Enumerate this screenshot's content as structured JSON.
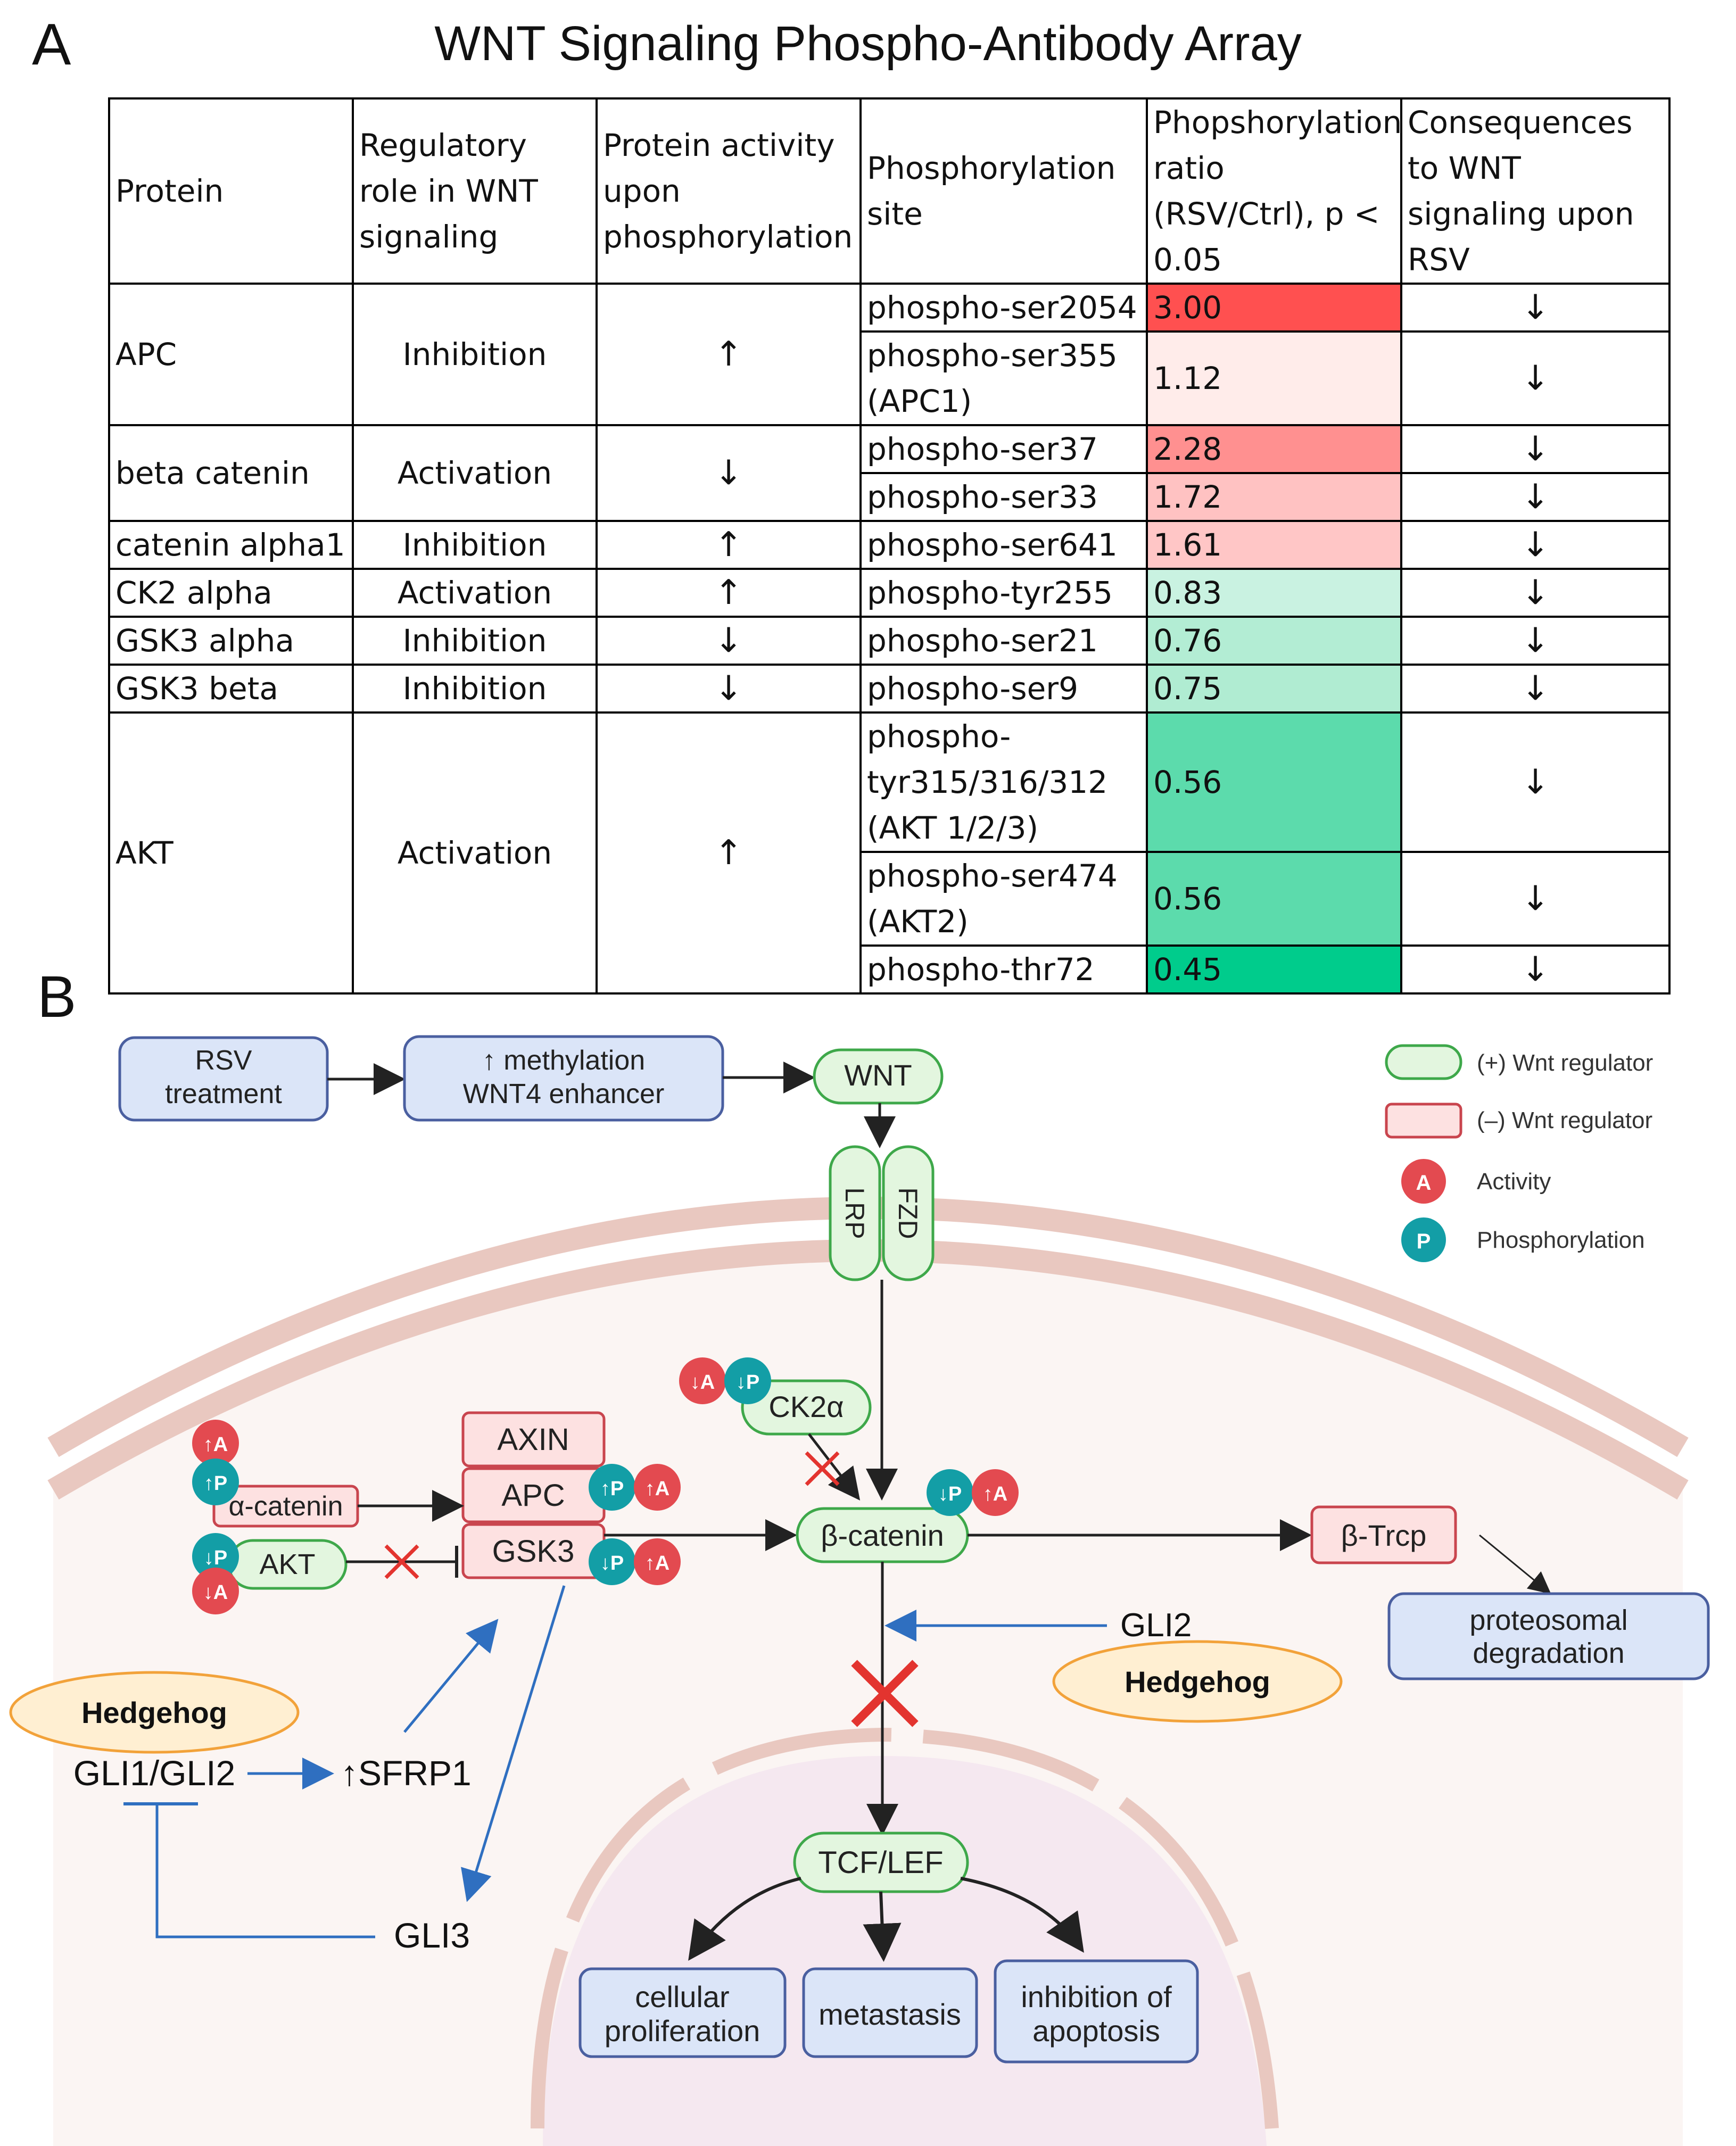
{
  "panel_a": {
    "letter": "A",
    "title": "WNT Signaling Phospho-Antibody Array",
    "headers": [
      "Protein",
      "Regulatory role in WNT signaling",
      "Protein activity upon phosphorylation",
      "Phosphorylation site",
      "Phopshorylation ratio (RSV/Ctrl), p < 0.05",
      "Consequences to WNT signaling upon RSV"
    ],
    "proteins": [
      {
        "protein": "APC",
        "role": "Inhibition",
        "activity": "↑",
        "sites": [
          {
            "site": "phospho-ser2054",
            "ratio": "3.00",
            "color": "#ff5050",
            "consequence": "↓"
          },
          {
            "site": "phospho-ser355 (APC1)",
            "ratio": "1.12",
            "color": "#ffecea",
            "consequence": "↓"
          }
        ]
      },
      {
        "protein": "beta catenin",
        "role": "Activation",
        "activity": "↓",
        "sites": [
          {
            "site": "phospho-ser37",
            "ratio": "2.28",
            "color": "#ff9090",
            "consequence": "↓"
          },
          {
            "site": "phospho-ser33",
            "ratio": "1.72",
            "color": "#ffc2c2",
            "consequence": "↓"
          }
        ]
      },
      {
        "protein": "catenin alpha1",
        "role": "Inhibition",
        "activity": "↑",
        "sites": [
          {
            "site": "phospho-ser641",
            "ratio": "1.61",
            "color": "#ffc6c6",
            "consequence": "↓"
          }
        ]
      },
      {
        "protein": "CK2 alpha",
        "role": "Activation",
        "activity": "↑",
        "sites": [
          {
            "site": "phospho-tyr255",
            "ratio": "0.83",
            "color": "#c9f2e1",
            "consequence": "↓"
          }
        ]
      },
      {
        "protein": "GSK3 alpha",
        "role": "Inhibition",
        "activity": "↓",
        "sites": [
          {
            "site": "phospho-ser21",
            "ratio": "0.76",
            "color": "#b3edd4",
            "consequence": "↓"
          }
        ]
      },
      {
        "protein": "GSK3 beta",
        "role": "Inhibition",
        "activity": "↓",
        "sites": [
          {
            "site": "phospho-ser9",
            "ratio": "0.75",
            "color": "#b0ecd2",
            "consequence": "↓"
          }
        ]
      },
      {
        "protein": "AKT",
        "role": "Activation",
        "activity": "↑",
        "sites": [
          {
            "site": "phospho-tyr315/316/312 (AKT 1/2/3)",
            "ratio": "0.56",
            "color": "#5cdbac",
            "consequence": "↓",
            "lines": 3
          },
          {
            "site": "phospho-ser474 (AKT2)",
            "ratio": "0.56",
            "color": "#5cdbac",
            "consequence": "↓",
            "lines": 2
          },
          {
            "site": "phospho-thr72",
            "ratio": "0.45",
            "color": "#00cc8c",
            "consequence": "↓",
            "lines": 1
          }
        ]
      }
    ]
  },
  "panel_b": {
    "letter": "B",
    "rsv_treatment": [
      "RSV",
      "treatment"
    ],
    "methylation": [
      "↑ methylation",
      "WNT4 enhancer"
    ],
    "wnt": "WNT",
    "lrp": "LRP",
    "fzd": "FZD",
    "ck2a": "CK2α",
    "axin": "AXIN",
    "apc": "APC",
    "gsk3": "GSK3",
    "alpha_catenin": "α-catenin",
    "akt": "AKT",
    "beta_catenin": "β-catenin",
    "beta_trcp": "β-Trcp",
    "proteosomal": [
      "proteosomal",
      "degradation"
    ],
    "gli2_right": "GLI2",
    "hedgehog": "Hedgehog",
    "gli1_gli2": "GLI1/GLI2",
    "sfrp1": "↑SFRP1",
    "gli3": "GLI3",
    "tcf_lef": "TCF/LEF",
    "outcomes": {
      "proliferation": [
        "cellular",
        "proliferation"
      ],
      "metastasis": "metastasis",
      "apoptosis": [
        "inhibition of",
        "apoptosis"
      ]
    },
    "badges": {
      "up_a": "↑A",
      "up_p": "↑P",
      "down_a": "↓A",
      "down_p": "↓P"
    },
    "legend": {
      "positive": "(+) Wnt regulator",
      "negative": "(–) Wnt regulator",
      "activity": "Activity",
      "phosphorylation": "Phosphorylation",
      "a_symbol": "A",
      "p_symbol": "P"
    },
    "colors": {
      "green_fill": "#e3f6df",
      "green_stroke": "#3ea84a",
      "red_fill": "#fde1e1",
      "red_stroke": "#c9454e",
      "blue_fill": "#dbe5f8",
      "blue_stroke": "#4a5fa0",
      "activity_badge": "#e34a50",
      "phospho_badge": "#139ea6",
      "membrane": "#e9c8c0",
      "cytoplasm": "#fbf5f3",
      "nucleus": "#f5e8f0",
      "hedgehog_fill": "#ffefd2",
      "hedgehog_stroke": "#f2a23a",
      "blue_arrow": "#2f6fc0",
      "x_mark": "#e3342f"
    }
  }
}
